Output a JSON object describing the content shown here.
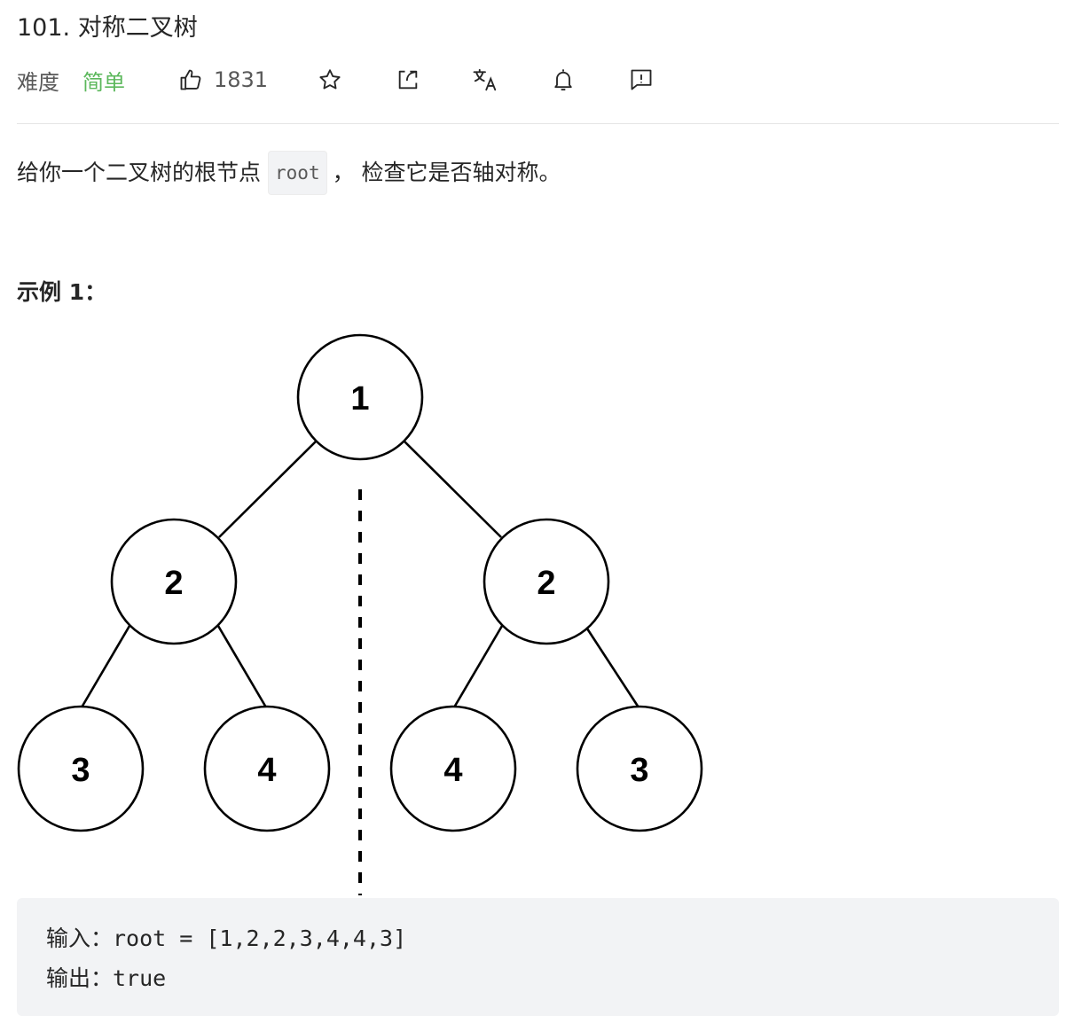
{
  "problem": {
    "title": "101. 对称二叉树",
    "difficulty_label": "难度",
    "difficulty_value": "简单",
    "likes": "1831"
  },
  "toolbar": {
    "icons": [
      "thumbs-up-icon",
      "star-icon",
      "share-icon",
      "translate-icon",
      "bell-icon",
      "feedback-icon"
    ]
  },
  "colors": {
    "difficulty_easy": "#5cb85c",
    "code_bg": "#f2f3f5"
  },
  "description": {
    "before": "给你一个二叉树的根节点",
    "code": "root",
    "after": "， 检查它是否轴对称。"
  },
  "example": {
    "title": "示例 1：",
    "tree_nodes": [
      "1",
      "2",
      "2",
      "3",
      "4",
      "4",
      "3"
    ],
    "input_line": "输入：root = [1,2,2,3,4,4,3]",
    "output_line": "输出：true"
  }
}
